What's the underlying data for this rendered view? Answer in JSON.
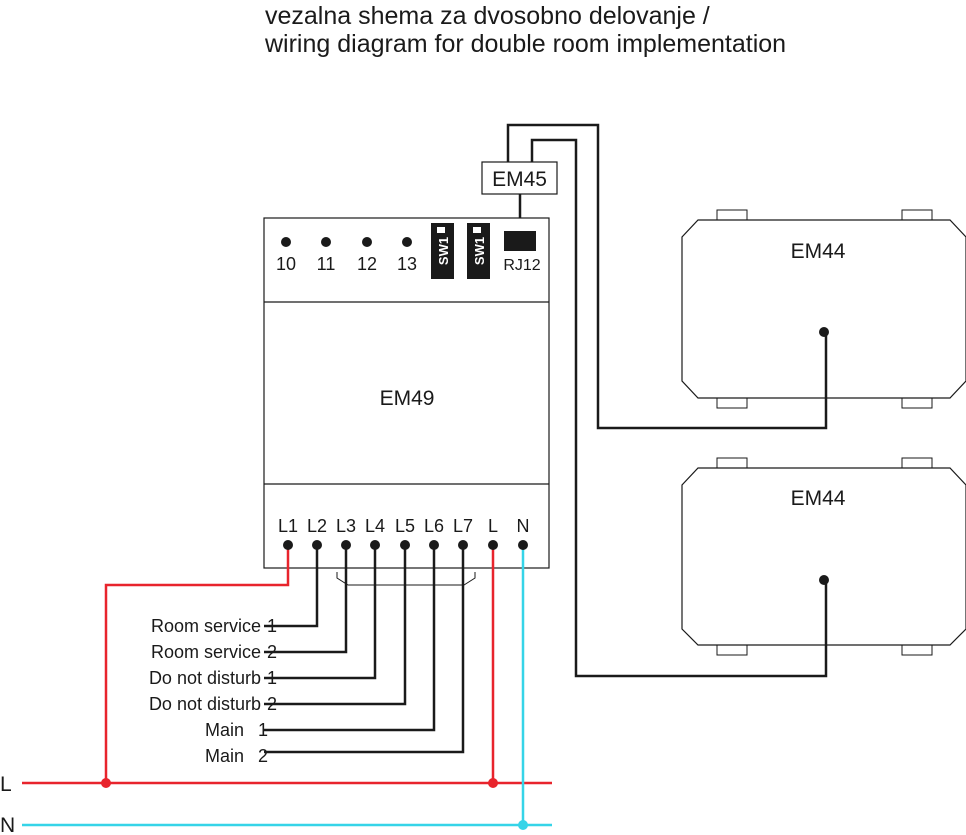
{
  "title": {
    "line1": "vezalna shema za dvosobno delovanje /",
    "line2": "wiring diagram for double room implementation"
  },
  "em45": {
    "label": "EM45"
  },
  "em49": {
    "label": "EM49",
    "top_terminals": [
      "10",
      "11",
      "12",
      "13"
    ],
    "switch_label": "SW1",
    "rj_label": "RJ12",
    "bottom_terminals": [
      "L1",
      "L2",
      "L3",
      "L4",
      "L5",
      "L6",
      "L7",
      "L",
      "N"
    ]
  },
  "em44_top": {
    "label": "EM44"
  },
  "em44_bottom": {
    "label": "EM44"
  },
  "outputs": [
    {
      "name": "Room service",
      "num": "1"
    },
    {
      "name": "Room service",
      "num": "2"
    },
    {
      "name": "Do not disturb",
      "num": "1"
    },
    {
      "name": "Do not disturb",
      "num": "2"
    },
    {
      "name": "Main",
      "num": "1"
    },
    {
      "name": "Main",
      "num": "2"
    }
  ],
  "supply": {
    "phase": "L",
    "neutral": "N"
  },
  "colors": {
    "phase": "#e8242c",
    "neutral": "#35d4e8",
    "wire": "#1a1a1a"
  }
}
